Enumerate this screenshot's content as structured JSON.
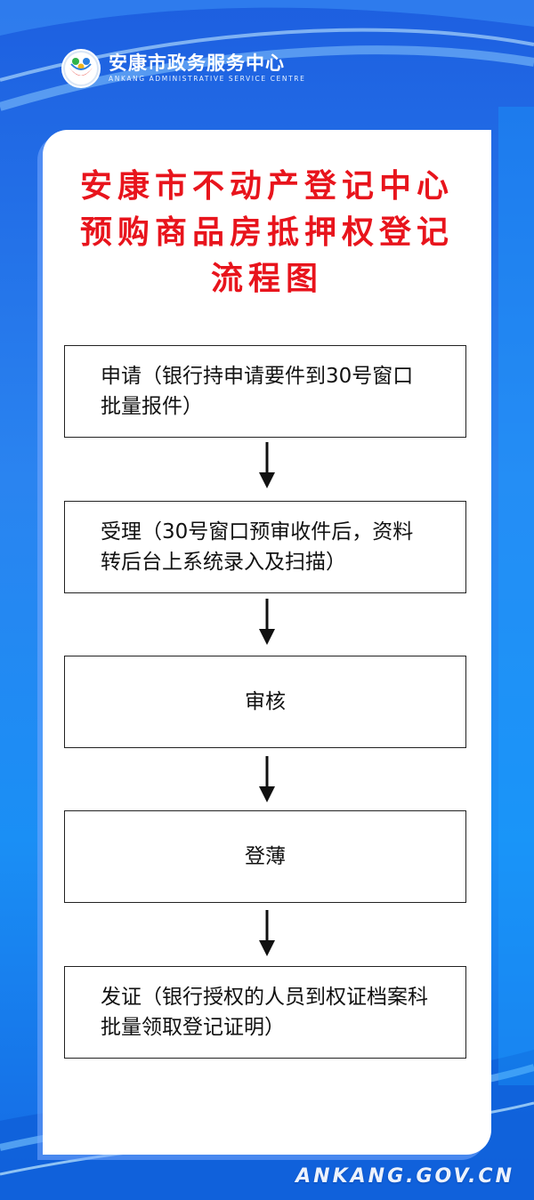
{
  "header": {
    "org_name": "安康市政务服务中心",
    "org_name_en": "ANKANG ADMINISTRATIVE SERVICE CENTRE"
  },
  "title": {
    "line1": "安康市不动产登记中心",
    "line2": "预购商品房抵押权登记",
    "line3": "流程图"
  },
  "steps": [
    {
      "text": "申请（银行持申请要件到30号窗口批量报件）"
    },
    {
      "text": "受理（30号窗口预审收件后，资料转后台上系统录入及扫描）"
    },
    {
      "text": "审核"
    },
    {
      "text": "登薄"
    },
    {
      "text": "发证（银行授权的人员到权证档案科批量领取登记证明）"
    }
  ],
  "footer": {
    "site": "ANKANG.GOV.CN"
  },
  "colors": {
    "title": "#e8141c",
    "background": "#1f6fe6",
    "panel": "#ffffff"
  }
}
